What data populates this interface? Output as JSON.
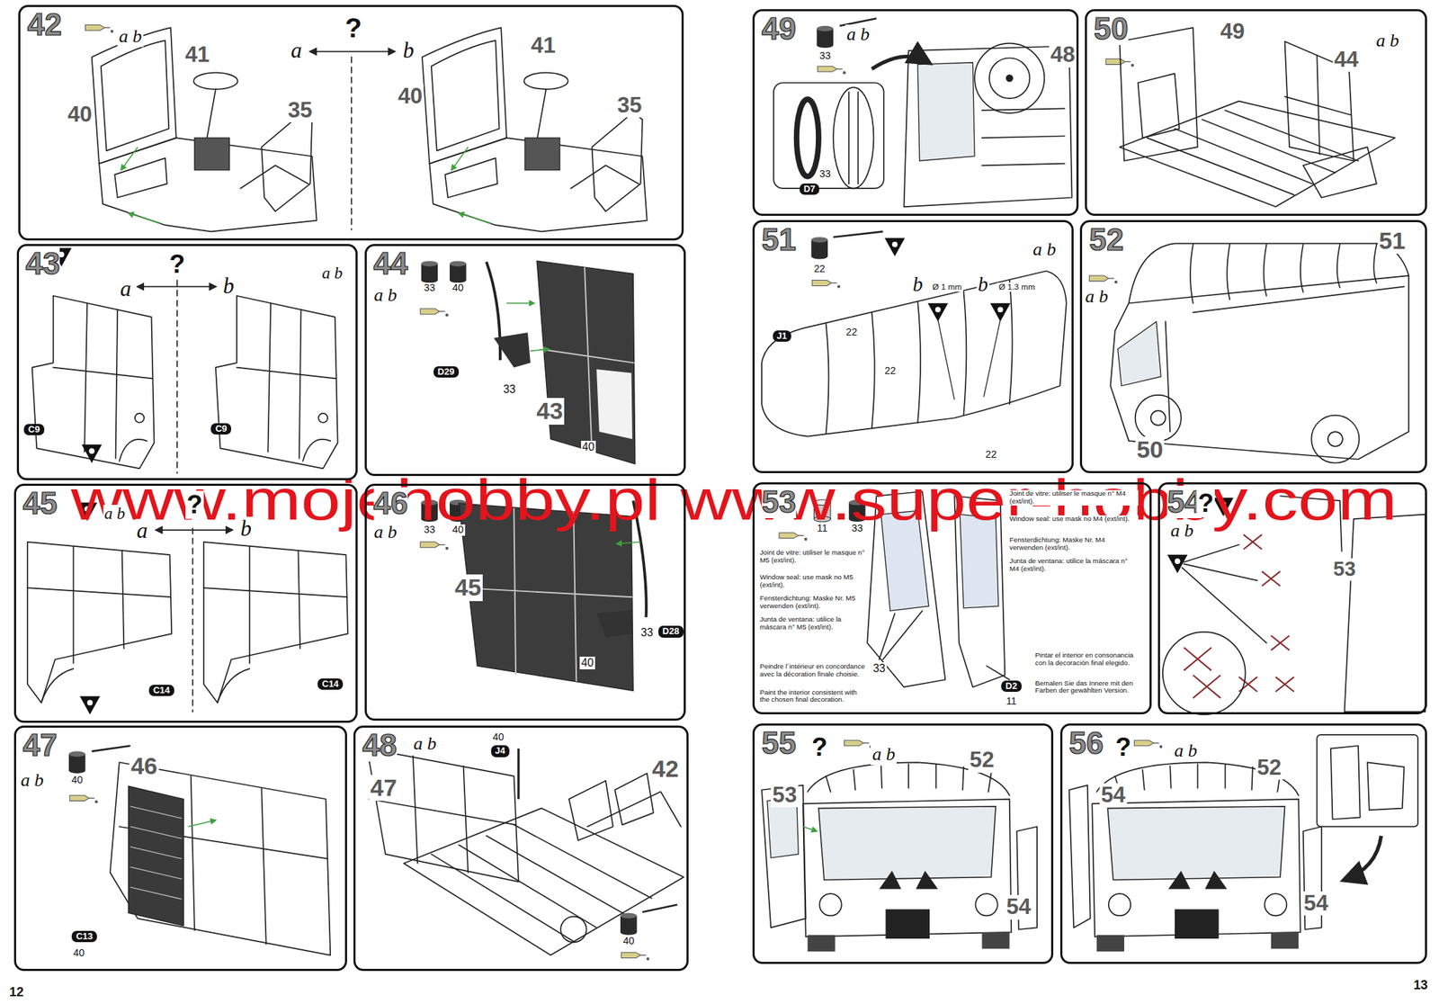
{
  "diagram": {
    "nodes": [
      {
        "text": [
          "42"
        ]
      },
      {
        "text": [
          "43"
        ]
      },
      {
        "text": [
          "C9"
        ],
        "in": 1
      },
      {
        "text": [
          "C9"
        ],
        "in": 1
      },
      {
        "text": [
          "44"
        ]
      },
      {
        "text": [
          "D29"
        ],
        "in": 4
      },
      {
        "text": [
          "45"
        ]
      },
      {
        "text": [
          "C14"
        ],
        "in": 6
      },
      {
        "text": [
          "C14"
        ],
        "in": 6
      },
      {
        "text": [
          "46"
        ]
      },
      {
        "text": [
          "D28"
        ],
        "in": 9
      },
      {
        "text": [
          "47"
        ]
      },
      {
        "text": [
          "C13"
        ],
        "in": 11
      },
      {
        "text": [
          "48"
        ]
      },
      {
        "text": [
          "J4"
        ],
        "in": 13
      },
      {
        "text": [
          "49"
        ]
      },
      {
        "text": [
          "D7"
        ],
        "in": 15
      },
      {
        "text": [
          "50"
        ]
      },
      {
        "text": [
          "51"
        ]
      },
      {
        "text": [
          "J1"
        ],
        "in": 18
      },
      {
        "text": [
          "52"
        ]
      },
      {
        "text": [
          "53"
        ]
      },
      {
        "text": [
          "D2"
        ],
        "in": 21
      },
      {
        "text": [
          "54"
        ]
      },
      {
        "text": [
          "55"
        ]
      },
      {
        "text": [
          "56"
        ]
      }
    ],
    "labels": [
      "a b",
      "a",
      "?",
      "b",
      "41",
      "40",
      "35",
      "41",
      "40",
      "35",
      "?",
      "a",
      "b",
      "a b",
      "33",
      "40",
      "a b",
      "33",
      "43",
      "40",
      "a b",
      "?",
      "a",
      "b",
      "a b",
      "33",
      "40",
      "45",
      "40",
      "33",
      "a b",
      "40",
      "46",
      "40",
      "a b",
      "40",
      "47",
      "42",
      "40",
      "a b",
      "33",
      "48",
      "33",
      "49",
      "44",
      "a b",
      "22",
      "a b",
      "b",
      "Ø 1 mm",
      "b",
      "Ø 1.3 mm",
      "22",
      "22",
      "22",
      "a b",
      "51",
      "50",
      "11",
      "33",
      "Joint de vitre: utiliser le masque n° M5 (ext/int).",
      "Window seal: use mask no M5 (ext/int).",
      "Fensterdichtung: Maske Nr. M5 verwenden (ext/int).",
      "Junta de ventana: utilice la máscara n° M5 (ext/int).",
      "Peindre l´intérieur en concordance avec la décoration finale choisie.",
      "Paint the interior consistent with the chosen final decoration.",
      "Joint de vitre: utiliser le masque n° M4 (ext/int).",
      "Window seal: use mask no M4 (ext/int).",
      "Fensterdichtung: Maske Nr. M4 verwenden (ext/int).",
      "Junta de ventana: utilice la máscara n° M4 (ext/int).",
      "Pintar el interior en consonancia con la decoración final elegido.",
      "Bemalen Sie das Innere mit den Farben der gewählten Version.",
      "33",
      "11",
      "?",
      "a b",
      "53",
      "?",
      "a b",
      "52",
      "53",
      "54",
      "?",
      "a b",
      "52",
      "54",
      "54",
      "12",
      "13",
      "www.mojehobby.pl www.super-hobby.com"
    ]
  }
}
